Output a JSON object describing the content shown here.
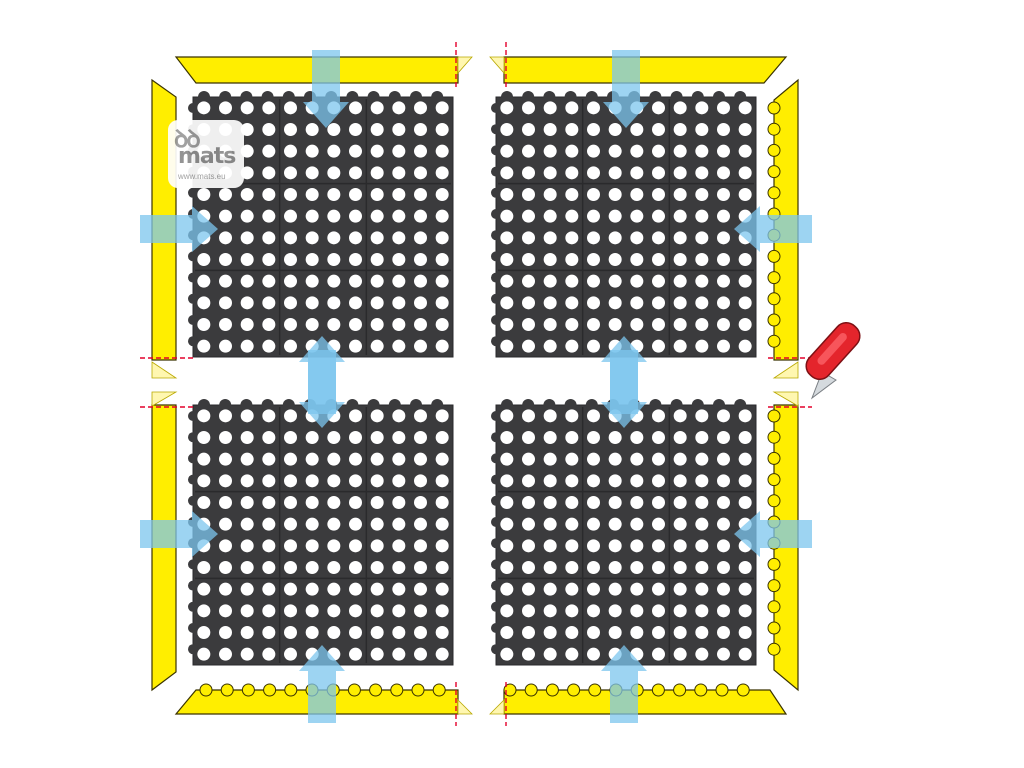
{
  "logo": {
    "mark": "ꝺꝺ",
    "word": "mats",
    "sub": "www.mats.eu"
  },
  "colors": {
    "tile": "#3b3b3d",
    "tile_edge": "#2a2a2c",
    "hole": "#ffffff",
    "ramp": "#ffee00",
    "ramp_edge": "#3a3300",
    "arrow": "#7cc6ee",
    "cut_line": "#e4002b",
    "knife_handle": "#e4252c",
    "knife_blade": "#d5dade"
  },
  "icons": {
    "knife": "utility-knife-icon",
    "arrow": "blue-arrow-icon",
    "cut": "red-cut-line"
  },
  "diagram": {
    "tiles": 4,
    "tile_grid": "2x2",
    "holes_per_tile_side": 12,
    "yellow_edge_ramps": 8,
    "assembly_arrows": 12,
    "cut_marks": 8
  }
}
